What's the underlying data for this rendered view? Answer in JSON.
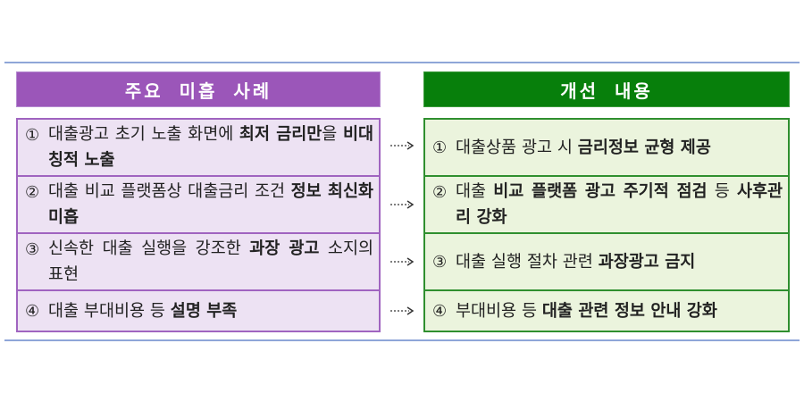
{
  "left": {
    "header": "주요 미흡 사례",
    "rows": [
      {
        "num": "①",
        "parts": [
          {
            "t": "대출광고 초기 노출 화면에 ",
            "b": false
          },
          {
            "t": "최저 금리만",
            "b": true
          },
          {
            "t": "을 ",
            "b": false
          },
          {
            "t": "비대칭적 노출",
            "b": true
          }
        ]
      },
      {
        "num": "②",
        "parts": [
          {
            "t": "대출 비교 플랫폼상 대출금리 조건 ",
            "b": false
          },
          {
            "t": "정보 최신화 미흡",
            "b": true
          }
        ]
      },
      {
        "num": "③",
        "parts": [
          {
            "t": "신속한 대출 실행을 강조한 ",
            "b": false
          },
          {
            "t": "과장 광고",
            "b": true
          },
          {
            "t": " 소지의 표현",
            "b": false
          }
        ]
      },
      {
        "num": "④",
        "parts": [
          {
            "t": "대출 부대비용 등 ",
            "b": false
          },
          {
            "t": "설명 부족",
            "b": true
          }
        ]
      }
    ]
  },
  "right": {
    "header": "개선 내용",
    "rows": [
      {
        "num": "①",
        "parts": [
          {
            "t": "대출상품 광고 시 ",
            "b": false
          },
          {
            "t": "금리정보 균형 제공",
            "b": true
          }
        ]
      },
      {
        "num": "②",
        "parts": [
          {
            "t": "대출 ",
            "b": false
          },
          {
            "t": "비교 플랫폼 광고 주기적 점검",
            "b": true
          },
          {
            "t": " 등 ",
            "b": false
          },
          {
            "t": "사후관리 강화",
            "b": true
          }
        ]
      },
      {
        "num": "③",
        "parts": [
          {
            "t": "대출 실행 절차 관련 ",
            "b": false
          },
          {
            "t": "과장광고 금지",
            "b": true
          }
        ]
      },
      {
        "num": "④",
        "parts": [
          {
            "t": "부대비용 등 ",
            "b": false
          },
          {
            "t": "대출 관련 정보 안내 강화",
            "b": true
          }
        ]
      }
    ]
  },
  "colors": {
    "left_header": "#9b56b9",
    "right_header": "#077f0b",
    "rule": "#8fa6d8"
  }
}
